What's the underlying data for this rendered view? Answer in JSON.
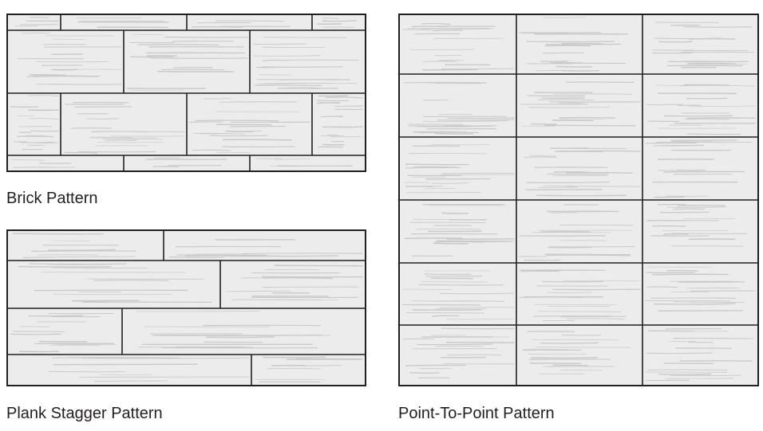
{
  "patterns": {
    "brick": {
      "caption": "Brick Pattern",
      "fill_color": "#ececec",
      "grain_color": "#c9c9c9",
      "line_color": "#231f20"
    },
    "plank": {
      "caption": "Plank Stagger Pattern",
      "fill_color": "#ececec",
      "grain_color": "#c9c9c9",
      "line_color": "#231f20"
    },
    "point": {
      "caption": "Point-To-Point Pattern",
      "fill_color": "#ececec",
      "grain_color": "#c9c9c9",
      "line_color": "#231f20"
    }
  }
}
